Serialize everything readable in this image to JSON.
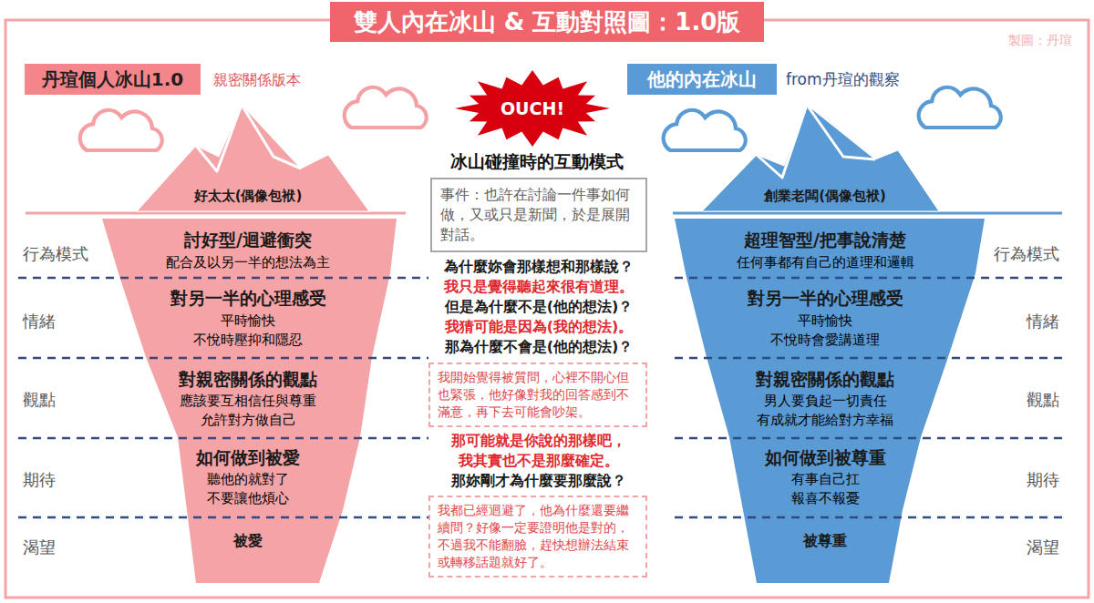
{
  "diagram": {
    "title": "雙人內在冰山 & 互動對照圖：1.0版",
    "nodes": [
      {
        "text": [
          "丹瑄個人冰山1.0"
        ]
      },
      {
        "text": [
          "他的內在冰山"
        ]
      },
      {
        "text": [
          "OUCH!"
        ]
      },
      {
        "text": [
          "事件：也許在討論一件事如何做，又或只是新聞，於是展開對話。"
        ]
      },
      {
        "text": [
          "我開始覺得被質問，心裡不開心但也緊張，他好像對我的回答感到不滿意，再下去可能會吵架。"
        ]
      },
      {
        "text": [
          "我都已經迴避了，他為什麼還要繼續問？好像一定要證明他是對的，不過我不能翻臉，趕快想辦法結束或轉移話題就好了。"
        ]
      },
      {
        "text": [
          "好太太(偶像包袱)",
          "討好型/迴避衝突",
          "配合及以另一半的想法為主",
          "對另一半的心理感受",
          "平時愉快 不悅時壓抑和隱忍",
          "對親密關係的觀點",
          "應該要互相信任與尊重 允許對方做自己",
          "如何做到被愛",
          "聽他的就對了 不要讓他煩心",
          "被愛"
        ]
      },
      {
        "text": [
          "創業老闆(偶像包袱)",
          "超理智型/把事說清楚",
          "任何事都有自己的道理和邏輯",
          "對另一半的心理感受",
          "平時愉快 不悅時會愛講道理",
          "對親密關係的觀點",
          "男人要負起一切責任 有成就才能給對方幸福",
          "如何做到被尊重",
          "有事自己扛 報喜不報憂",
          "被尊重"
        ]
      }
    ],
    "labels": [
      "製圖：丹瑄",
      "親密關係版本",
      "from丹瑄的觀察",
      "冰山碰撞時的互動模式",
      "為什麼妳會那樣想和那樣說？",
      "我只是覺得聽起來很有道理。",
      "但是為什麼不是(他的想法)？",
      "我猜可能是因為(我的想法)。",
      "那為什麼不會是(他的想法)？",
      "那可能就是你說的那樣吧，",
      "我其實也不是那麼確定。",
      "那妳剛才為什麼要那麼說？",
      "行為模式",
      "情緒",
      "觀點",
      "期待",
      "渴望",
      "行為模式",
      "情緒",
      "觀點",
      "期待",
      "渴望"
    ]
  }
}
